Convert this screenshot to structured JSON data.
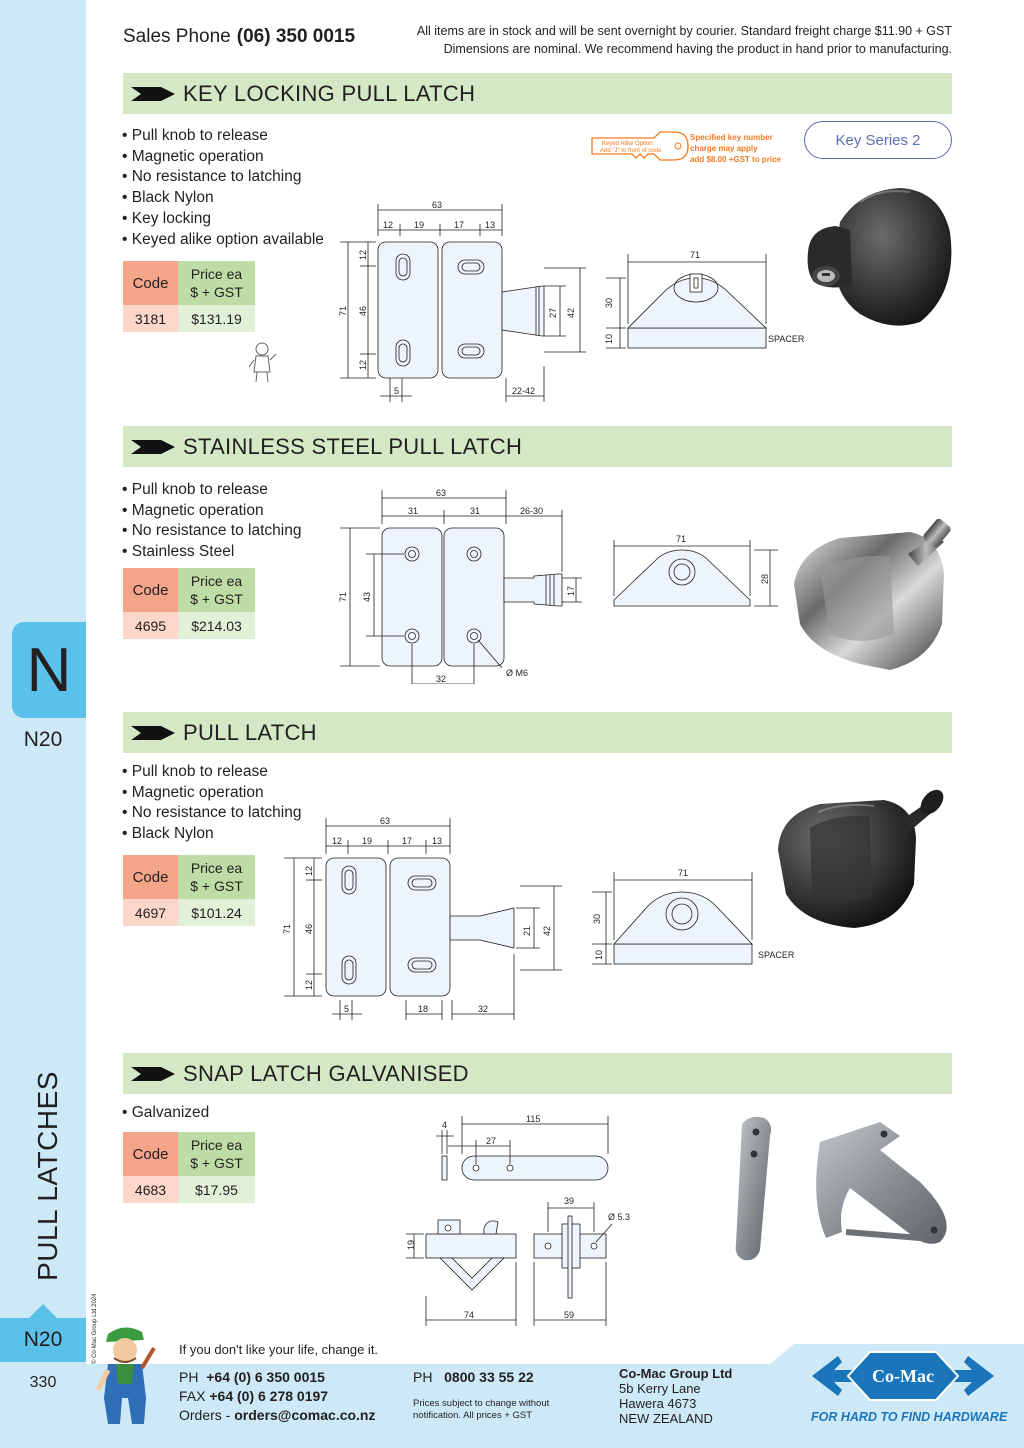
{
  "header": {
    "sales_label": "Sales Phone",
    "sales_phone": "(06) 350 0015",
    "notice_line1": "All items are in stock and will be sent overnight by courier. Standard freight charge $11.90 + GST",
    "notice_line2": "Dimensions are nominal. We recommend having the product in hand prior to manufacturing."
  },
  "sidebar": {
    "letter": "N",
    "code": "N20",
    "category": "PULL LATCHES",
    "bottom_code": "N20",
    "page_number": "330",
    "copyright": "© Co-Mac Group Ltd 2024"
  },
  "table_headers": {
    "code": "Code",
    "price_line1": "Price ea",
    "price_line2": "$ + GST"
  },
  "products": [
    {
      "title": "KEY LOCKING PULL LATCH",
      "features": [
        "Pull knob to release",
        "Magnetic operation",
        "No resistance to latching",
        "Black Nylon",
        "Key locking",
        "Keyed alike option available"
      ],
      "code": "3181",
      "price": "$131.19"
    },
    {
      "title": "STAINLESS STEEL PULL LATCH",
      "features": [
        "Pull knob to release",
        "Magnetic operation",
        "No resistance to latching",
        "Stainless Steel"
      ],
      "code": "4695",
      "price": "$214.03"
    },
    {
      "title": "PULL LATCH",
      "features": [
        "Pull knob to release",
        "Magnetic operation",
        "No resistance to latching",
        "Black Nylon"
      ],
      "code": "4697",
      "price": "$101.24"
    },
    {
      "title": "SNAP LATCH GALVANISED",
      "features": [
        "Galvanized"
      ],
      "code": "4683",
      "price": "$17.95"
    }
  ],
  "key_option": {
    "key_text_line1": "Keyed Alike Option",
    "key_text_line2": "Add \"J\" to front of code",
    "note_line1": "Specified key number",
    "note_line2": "charge may apply",
    "note_line3": "add $8.00 +GST to price",
    "series": "Key Series 2"
  },
  "dims": {
    "spacer": "SPACER",
    "d1": {
      "w63": "63",
      "w12a": "12",
      "w19": "19",
      "w17": "17",
      "w13": "13",
      "h71": "71",
      "h46": "46",
      "h12a": "12",
      "h12b": "12",
      "h27": "27",
      "h42": "42",
      "w5": "5",
      "w2242": "22-42",
      "sp71": "71",
      "sp30": "30",
      "sp10": "10"
    },
    "d2": {
      "w63": "63",
      "w31a": "31",
      "w31b": "31",
      "w2630": "26-30",
      "h71": "71",
      "h43": "43",
      "w32": "32",
      "m6": "Ø M6",
      "h17": "17",
      "sp71": "71",
      "sp28": "28"
    },
    "d3": {
      "w63": "63",
      "w12": "12",
      "w19": "19",
      "w17": "17",
      "w13": "13",
      "h71": "71",
      "h46": "46",
      "h12a": "12",
      "h12b": "12",
      "h21": "21",
      "h42": "42",
      "w5": "5",
      "w18": "18",
      "w32": "32",
      "sp71": "71",
      "sp30": "30",
      "sp10": "10"
    },
    "d4": {
      "w4": "4",
      "w115": "115",
      "w27": "27",
      "h19": "19",
      "w74": "74",
      "w39": "39",
      "d53": "Ø 5.3",
      "w59": "59"
    }
  },
  "footer": {
    "tagline": "If you don't like your life, change it.",
    "ph_label": "PH",
    "ph": "+64 (0) 6 350 0015",
    "fax_label": "FAX",
    "fax": "+64 (0) 6 278 0197",
    "orders_label": "Orders -",
    "orders": "orders@comac.co.nz",
    "ph2_label": "PH",
    "ph2": "0800 33 55 22",
    "disclaimer_line1": "Prices subject to change without",
    "disclaimer_line2": "notification. All prices + GST",
    "company": "Co-Mac Group Ltd",
    "addr1": "5b Kerry Lane",
    "addr2": "Hawera 4673",
    "addr3": "NEW ZEALAND",
    "logo": "Co-Mac",
    "slogan": "FOR HARD TO FIND HARDWARE"
  },
  "colors": {
    "sidebar": "#cde9f7",
    "tab": "#5bc0ea",
    "section_bg": "#d5e8c5",
    "code_head": "#f4a589",
    "code_cell": "#fbd6c9",
    "price_head": "#bedda6",
    "price_cell": "#e3f0d8",
    "brand_blue": "#1b75bb"
  }
}
